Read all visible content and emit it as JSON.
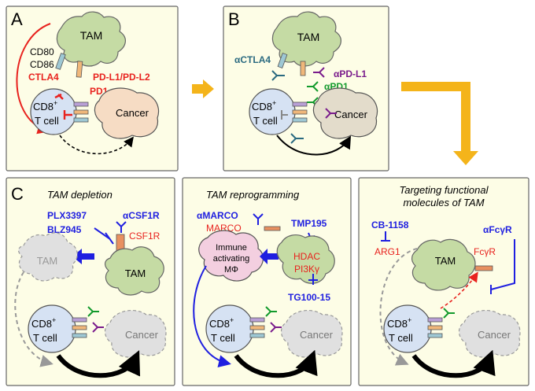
{
  "panels": {
    "A": {
      "letter": "A",
      "tam": "TAM",
      "cd80": "CD80",
      "cd86": "CD86",
      "ctla4": "CTLA4",
      "pdl": "PD-L1/PD-L2",
      "pd1": "PD1",
      "cd8": "CD8",
      "cd8_sup": "+",
      "tcell": "T cell",
      "cancer": "Cancer"
    },
    "B": {
      "letter": "B",
      "tam": "TAM",
      "actla4": "αCTLA4",
      "apdl1": "αPD-L1",
      "apd1": "αPD1",
      "cd8": "CD8",
      "cd8_sup": "+",
      "tcell": "T cell",
      "cancer": "Cancer"
    },
    "C": {
      "letter": "C",
      "depletion": {
        "title": "TAM depletion",
        "plx": "PLX3397",
        "blz": "BLZ945",
        "acsf1r": "αCSF1R",
        "csf1r": "CSF1R",
        "tam_ghost": "TAM",
        "tam": "TAM",
        "cd8": "CD8",
        "cd8_sup": "+",
        "tcell": "T cell",
        "cancer": "Cancer"
      },
      "reprogramming": {
        "title": "TAM reprogramming",
        "amarco": "αMARCO",
        "marco": "MARCO",
        "tmp": "TMP195",
        "immune1": "Immune",
        "immune2": "activating",
        "immune3": "MΦ",
        "hdac": "HDAC",
        "pi3k": "PI3Kγ",
        "tg": "TG100-15",
        "cd8": "CD8",
        "cd8_sup": "+",
        "tcell": "T cell",
        "cancer": "Cancer"
      },
      "targeting": {
        "title1": "Targeting functional",
        "title2": "molecules of TAM",
        "cb": "CB-1158",
        "arg1": "ARG1",
        "afcgr": "αFcγR",
        "fcgr": "FcγR",
        "tam": "TAM",
        "cd8": "CD8",
        "cd8_sup": "+",
        "tcell": "T cell",
        "cancer": "Cancer"
      }
    }
  },
  "colors": {
    "panel_fill": "#fdfde6",
    "tam_fill": "#c5dba4",
    "tcell_fill": "#d6e2f3",
    "cancer_fill": "#f6dcc4",
    "cancer_b_fill": "#e3dccb",
    "ghost_fill": "#e0e0e0",
    "red": "#e8221e",
    "blue": "#1f1fe0",
    "green": "#129a2c",
    "purple": "#7a1c8c",
    "teal": "#2a6a80",
    "orange": "#f4b41a",
    "immune_fill": "#f3cfe0"
  }
}
